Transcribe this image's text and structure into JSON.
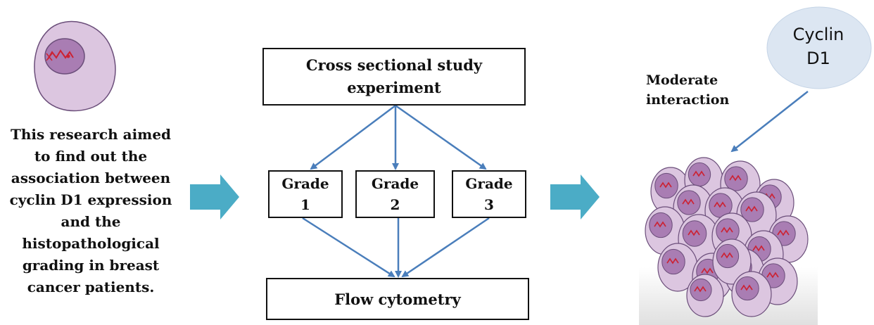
{
  "study_box": {
    "label": "Cross sectional study\nexperiment"
  },
  "grades": [
    {
      "label": "Grade\n1"
    },
    {
      "label": "Grade\n2"
    },
    {
      "label": "Grade\n3"
    }
  ],
  "flow_box": {
    "label": "Flow cytometry"
  },
  "aim_text": "This research aimed\nto find out the\nassociation between\ncyclin D1 expression\nand the\nhistopathological\ngrading in breast\ncancer patients.",
  "interaction_label": "Moderate\ninteraction",
  "cyclin_label": "Cyclin\nD1",
  "colors": {
    "arrow_blue": "#4a7ebb",
    "block_arrow": "#4bacc6",
    "cell_outer": "#dcc6e0",
    "cell_nucleus": "#a97db3",
    "chromosome": "#cc2233",
    "cyclin_bubble": "#dce6f2"
  }
}
